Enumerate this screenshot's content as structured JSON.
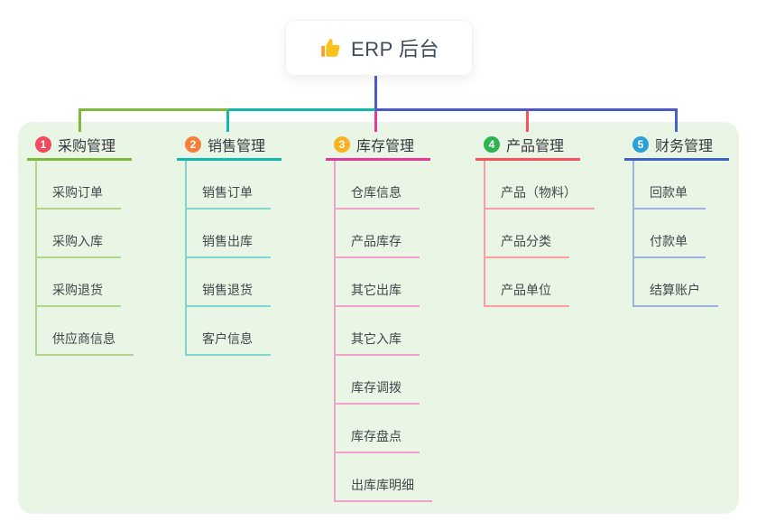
{
  "root": {
    "title": "ERP 后台",
    "icon": "thumbs-up-icon"
  },
  "connector": {
    "stem_color": "#4b58c8"
  },
  "panel": {
    "background": "#eaf6e5"
  },
  "branches": [
    {
      "index": "1",
      "label": "采购管理",
      "badge_color": "#f2495c",
      "line_color": "#7cba3f",
      "item_line_color": "#aed686",
      "items": [
        "采购订单",
        "采购入库",
        "采购退货",
        "供应商信息"
      ]
    },
    {
      "index": "2",
      "label": "销售管理",
      "badge_color": "#f57e38",
      "line_color": "#12b7ad",
      "item_line_color": "#7fd6ce",
      "items": [
        "销售订单",
        "销售出库",
        "销售退货",
        "客户信息"
      ]
    },
    {
      "index": "3",
      "label": "库存管理",
      "badge_color": "#f9b224",
      "line_color": "#e23a97",
      "item_line_color": "#f2a0cb",
      "items": [
        "仓库信息",
        "产品库存",
        "其它出库",
        "其它入库",
        "库存调拨",
        "库存盘点",
        "出库库明细"
      ]
    },
    {
      "index": "4",
      "label": "产品管理",
      "badge_color": "#2db350",
      "line_color": "#f8525a",
      "item_line_color": "#f99fa0",
      "items": [
        "产品（物料）",
        "产品分类",
        "产品单位"
      ]
    },
    {
      "index": "5",
      "label": "财务管理",
      "badge_color": "#29a2da",
      "line_color": "#3f63c9",
      "item_line_color": "#9cb3e2",
      "items": [
        "回款单",
        "付款单",
        "结算账户"
      ]
    }
  ]
}
